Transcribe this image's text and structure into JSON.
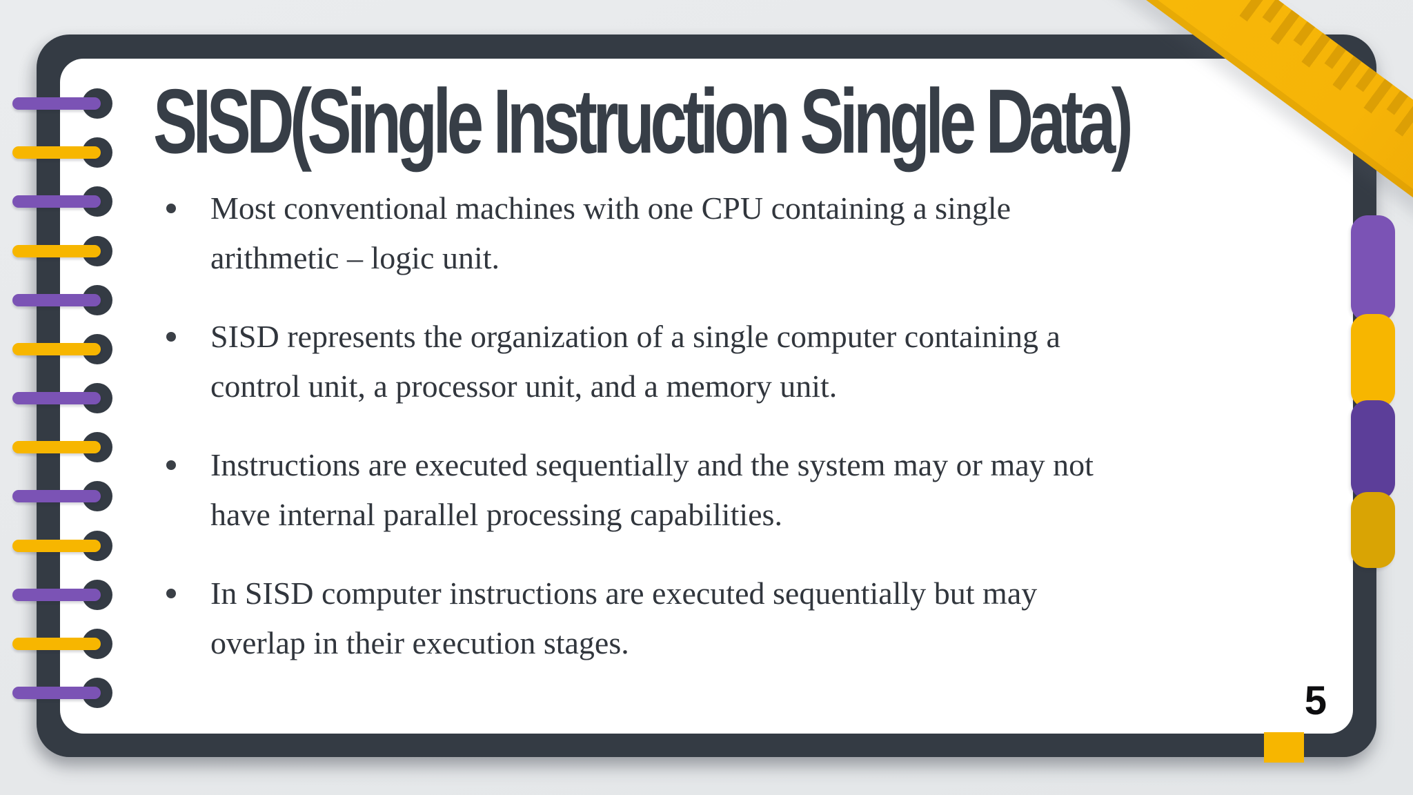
{
  "slide": {
    "title": "SISD(Single Instruction Single Data)",
    "page_number": "5",
    "bullets": [
      {
        "lines": [
          "Most conventional machines with one CPU containing a single",
          "arithmetic – logic unit."
        ]
      },
      {
        "lines": [
          "SISD represents the organization of a single computer containing a",
          "control unit, a processor unit, and a memory unit."
        ]
      },
      {
        "lines": [
          "Instructions are executed sequentially and the system may or may not",
          "have internal parallel processing capabilities."
        ]
      },
      {
        "lines": [
          "In SISD computer instructions are executed sequentially but may",
          "overlap in their execution stages."
        ]
      }
    ]
  },
  "theme": {
    "background_color": "#e8eaec",
    "frame_color": "#343b44",
    "paper_color": "#ffffff",
    "title_color": "#373e47",
    "text_color": "#31363d",
    "accent_purple": "#7b53b5",
    "accent_yellow": "#f7b600",
    "accent_dark_purple": "#5c3e99",
    "accent_gold": "#d9a404",
    "ruler_color": "#f6b407",
    "ruler_tick": "#dc9f05"
  },
  "decoration": {
    "spiral_rings": {
      "count": 13,
      "alternating_colors": [
        "#7b53b5",
        "#f7b600"
      ]
    },
    "side_tabs": {
      "colors": [
        "#7b53b5",
        "#f7b600",
        "#5c3e99",
        "#d9a404"
      ],
      "heights": [
        154,
        136,
        144,
        110
      ]
    }
  }
}
